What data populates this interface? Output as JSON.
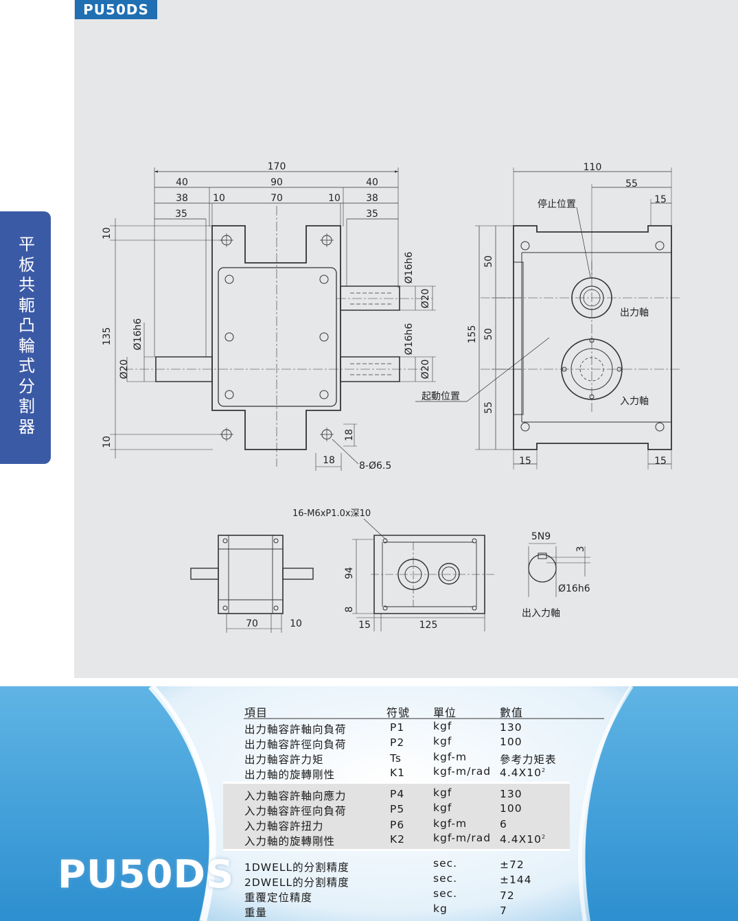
{
  "model": "PU50DS",
  "side_title": "平板共軛凸輪式分割器",
  "drawing": {
    "front": {
      "dim_overall": "170",
      "dim_top_left": "40",
      "dim_top_mid": "90",
      "dim_top_right": "40",
      "dim_38_left": "38",
      "dim_10_left": "10",
      "dim_70": "70",
      "dim_10_right": "10",
      "dim_38_right": "38",
      "dim_35_left": "35",
      "dim_35_right": "35",
      "dim_v10_top": "10",
      "dim_v135": "135",
      "dim_v10_bottom": "10",
      "shaft_left_h6": "Ø16h6",
      "shaft_left_d20": "Ø20",
      "shaft_right_top_h6": "Ø16h6",
      "shaft_right_top_d20": "Ø20",
      "shaft_right_bot_h6": "Ø16h6",
      "shaft_right_bot_d20": "Ø20",
      "dim_18_h": "18",
      "dim_18_v": "18",
      "holes": "8-Ø6.5",
      "label_start": "起動位置"
    },
    "side": {
      "dim_110": "110",
      "dim_55": "55",
      "dim_15_top": "15",
      "label_stop": "停止位置",
      "dim_v50a": "50",
      "dim_v50b": "50",
      "dim_v55": "55",
      "dim_v155": "155",
      "label_output": "出力軸",
      "label_input": "入力軸",
      "dim_15_bl": "15",
      "dim_15_br": "15"
    },
    "bottom": {
      "thread_note": "16-M6xP1.0x深10",
      "dim_70": "70",
      "dim_10": "10",
      "dim_94": "94",
      "dim_8": "8",
      "dim_15": "15",
      "dim_125": "125",
      "key_5n9": "5N9",
      "key_3": "3",
      "key_h6": "Ø16h6",
      "key_label": "出入力軸"
    }
  },
  "spec_table": {
    "headers": [
      "項目",
      "符號",
      "單位",
      "數值"
    ],
    "group1": [
      {
        "item": "出力軸容許軸向負荷",
        "sym": "P1",
        "unit": "kgf",
        "val": "130"
      },
      {
        "item": "出力軸容許徑向負荷",
        "sym": "P2",
        "unit": "kgf",
        "val": "100"
      },
      {
        "item": "出力軸容許力矩",
        "sym": "Ts",
        "unit": "kgf-m",
        "val": "參考力矩表"
      },
      {
        "item": "出力軸的旋轉剛性",
        "sym": "K1",
        "unit": "kgf-m/rad",
        "val": "4.4X10",
        "val_sup": "2"
      }
    ],
    "group2": [
      {
        "item": "入力軸容許軸向應力",
        "sym": "P4",
        "unit": "kgf",
        "val": "130"
      },
      {
        "item": "入力軸容許徑向負荷",
        "sym": "P5",
        "unit": "kgf",
        "val": "100"
      },
      {
        "item": "入力軸容許扭力",
        "sym": "P6",
        "unit": "kgf-m",
        "val": "6"
      },
      {
        "item": "入力軸的旋轉剛性",
        "sym": "K2",
        "unit": "kgf-m/rad",
        "val": "4.4X10",
        "val_sup": "2"
      }
    ],
    "group3": [
      {
        "item": "1DWELL的分割精度",
        "unit": "sec.",
        "val": "±72"
      },
      {
        "item": "2DWELL的分割精度",
        "unit": "sec.",
        "val": "±144"
      },
      {
        "item": "重覆定位精度",
        "unit": "sec.",
        "val": "72"
      },
      {
        "item": "重量",
        "unit": "kg",
        "val": "7"
      }
    ]
  }
}
